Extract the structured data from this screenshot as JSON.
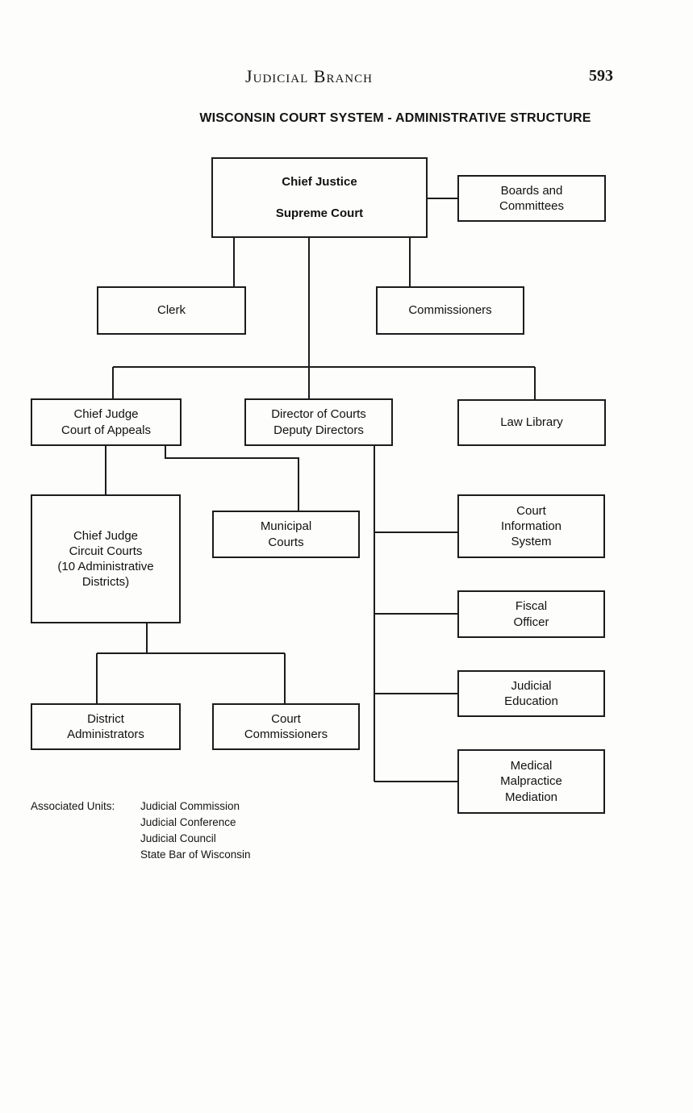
{
  "page": {
    "header": "Judicial Branch",
    "page_number": "593",
    "title": "WISCONSIN COURT SYSTEM - ADMINISTRATIVE STRUCTURE"
  },
  "boxes": {
    "chief_justice": "Chief Justice\n\nSupreme Court",
    "boards_committees": "Boards and\nCommittees",
    "clerk": "Clerk",
    "commissioners": "Commissioners",
    "chief_judge_appeals": "Chief Judge\nCourt of Appeals",
    "director_courts": "Director of Courts\nDeputy Directors",
    "law_library": "Law Library",
    "circuit_courts": "Chief Judge\nCircuit Courts\n(10 Administrative\nDistricts)",
    "municipal_courts": "Municipal\nCourts",
    "court_information": "Court\nInformation\nSystem",
    "fiscal_officer": "Fiscal\nOfficer",
    "judicial_education": "Judicial\nEducation",
    "district_administrators": "District\nAdministrators",
    "court_commissioners": "Court\nCommissioners",
    "medical_malpractice": "Medical\nMalpractice\nMediation"
  },
  "associated_units": {
    "label": "Associated Units:",
    "items": [
      "Judicial Commission",
      "Judicial Conference",
      "Judicial Council",
      "State Bar of Wisconsin"
    ]
  },
  "colors": {
    "line": "#1c1c1c",
    "paper": "#fdfdfc"
  }
}
